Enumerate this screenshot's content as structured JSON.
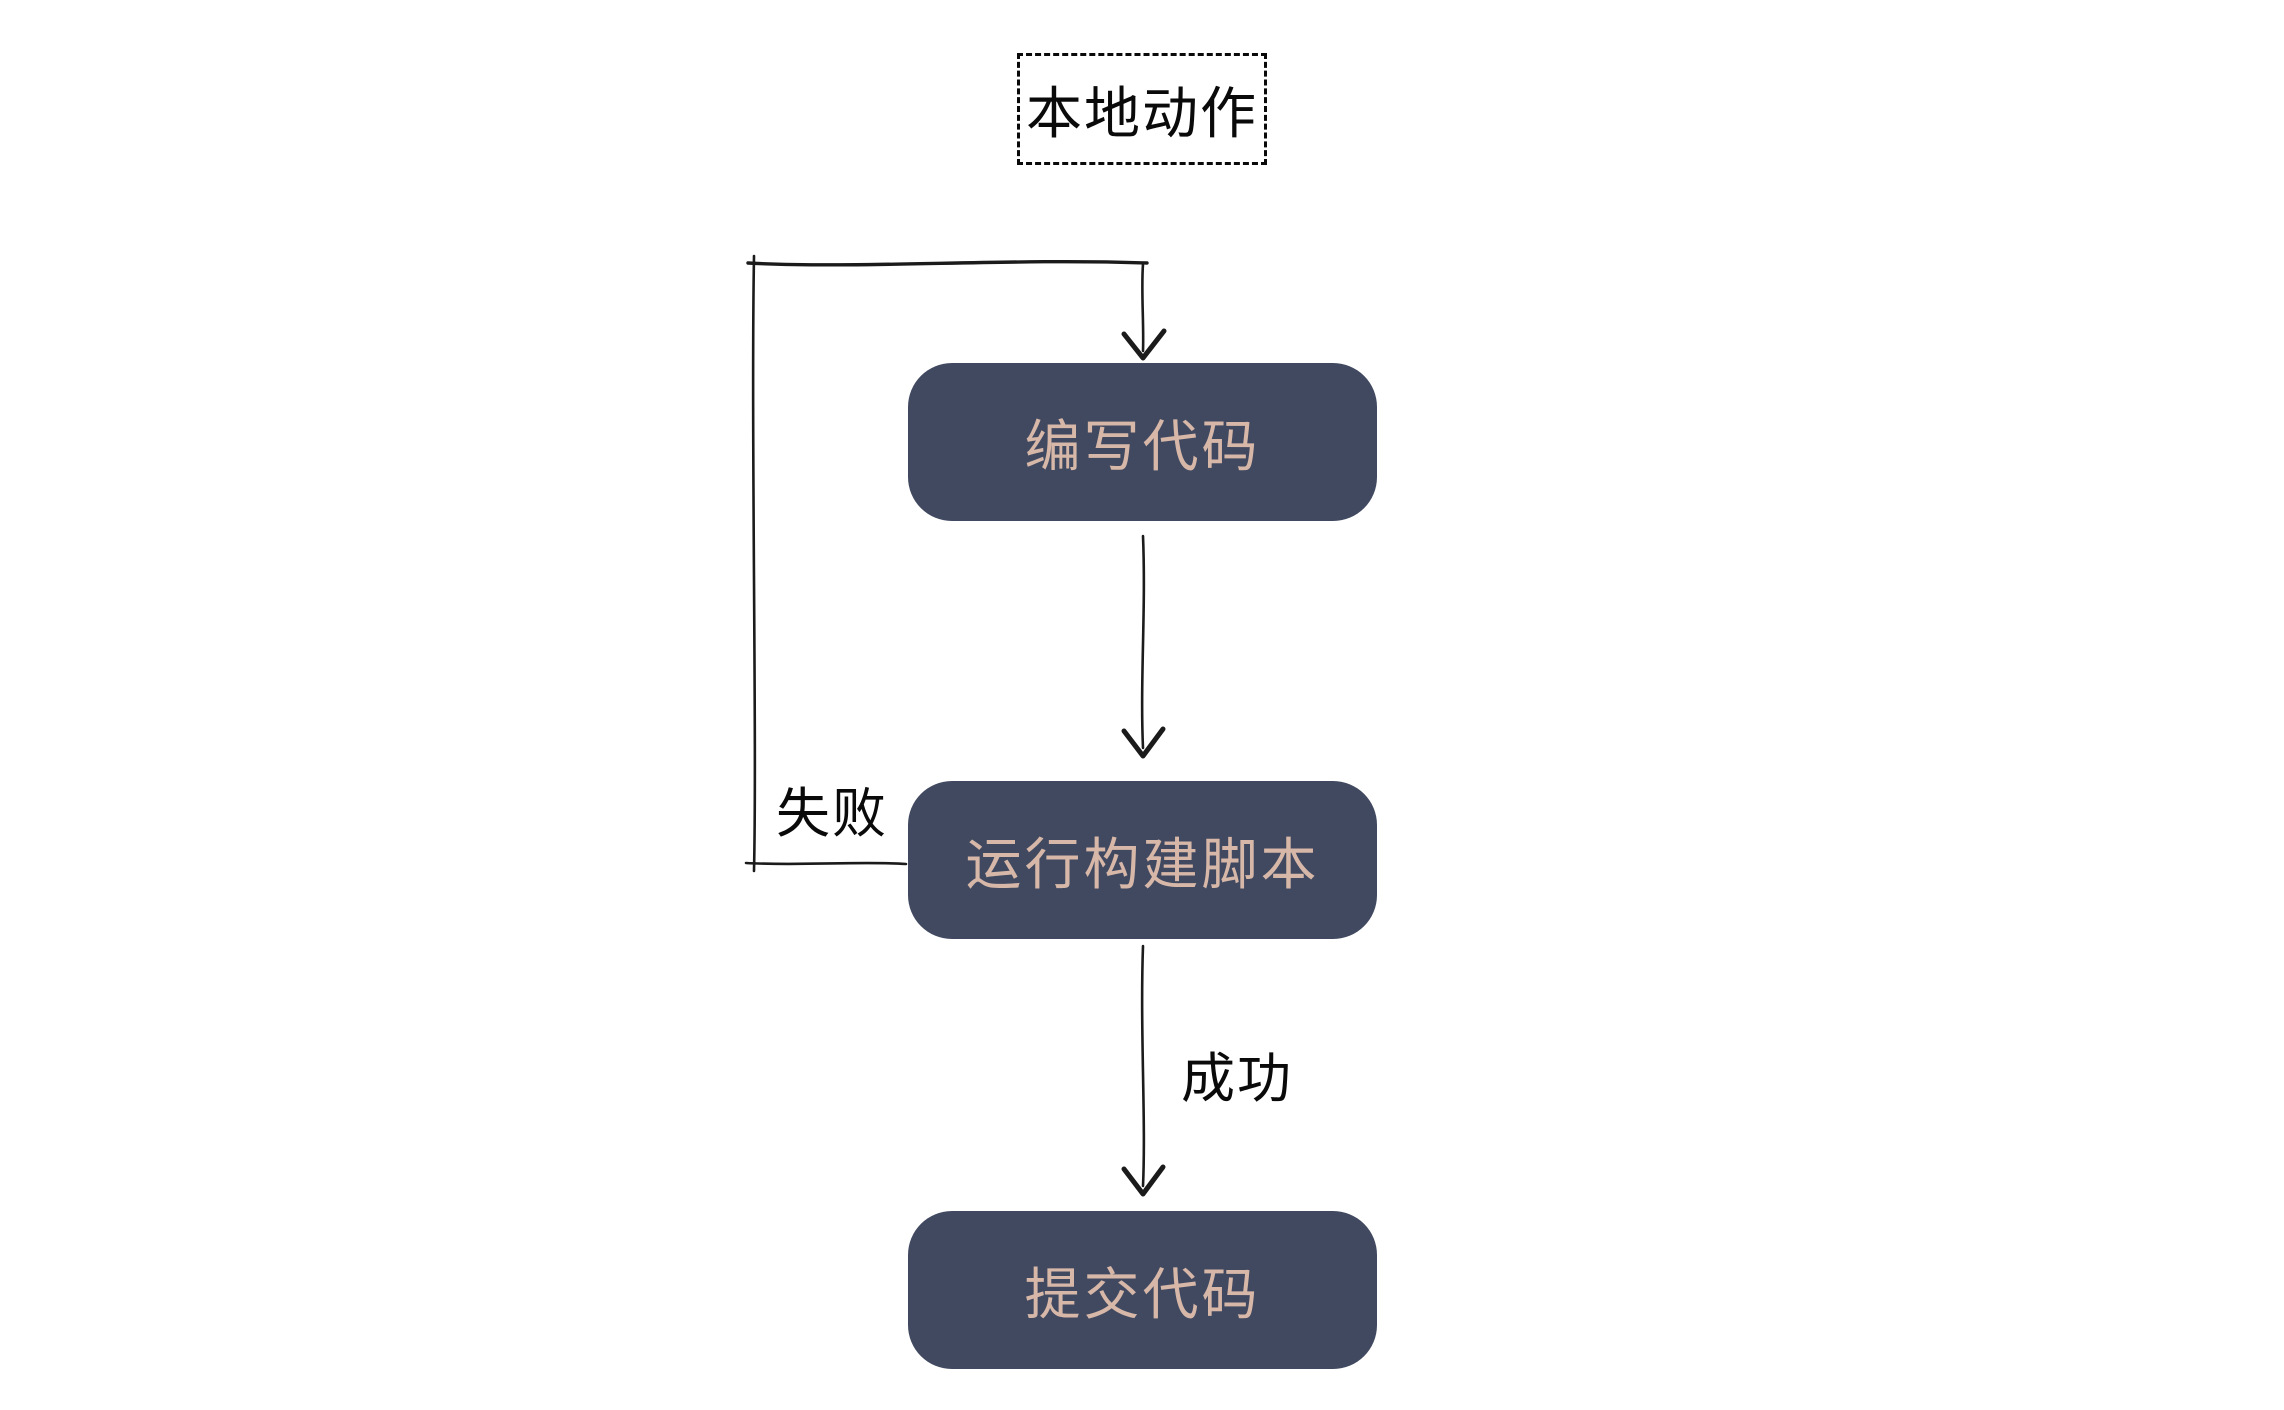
{
  "diagram": {
    "title": "本地动作",
    "nodes": [
      {
        "id": "write-code",
        "label": "编写代码"
      },
      {
        "id": "run-build-script",
        "label": "运行构建脚本"
      },
      {
        "id": "commit-code",
        "label": "提交代码"
      }
    ],
    "edges": [
      {
        "from": "write-code",
        "to": "run-build-script",
        "label": ""
      },
      {
        "from": "run-build-script",
        "to": "commit-code",
        "label": "成功"
      },
      {
        "from": "run-build-script",
        "to": "write-code",
        "label": "失败"
      }
    ],
    "colors": {
      "background": "#ffffff",
      "node_fill": "#414960",
      "node_text": "#d6b7a8",
      "line": "#1b1b1b",
      "label_text": "#0a0a0a"
    },
    "style": "hand-drawn flowchart"
  }
}
